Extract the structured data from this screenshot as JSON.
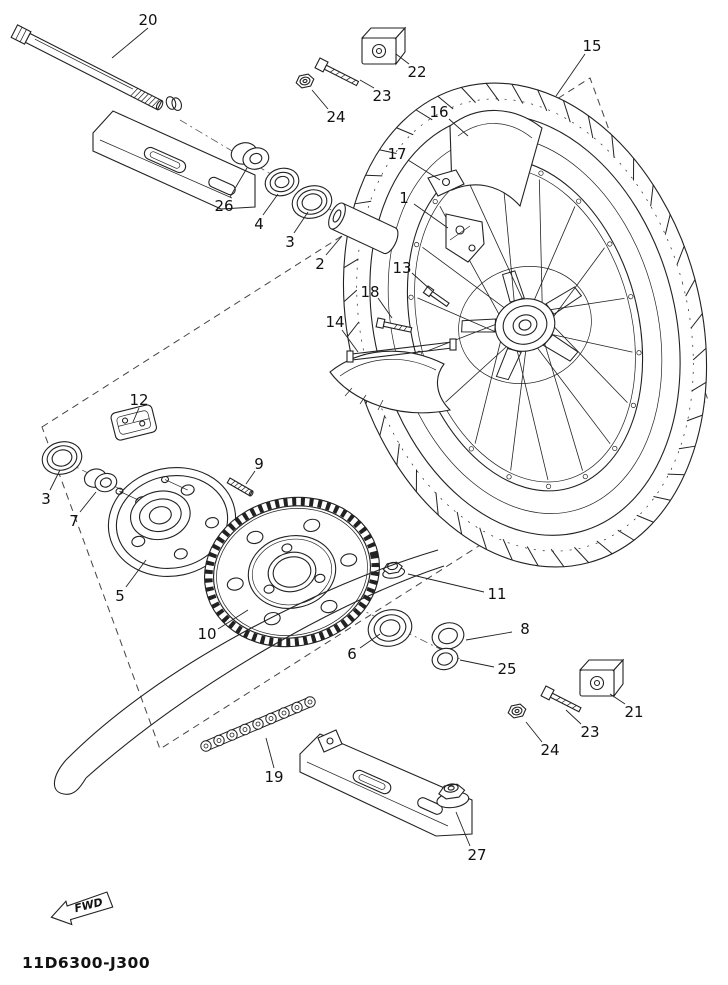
{
  "diagram": {
    "title_code": "11D6300-J300",
    "fwd_label": "FWD",
    "part_labels": [
      "20",
      "22",
      "23",
      "24",
      "15",
      "16",
      "17",
      "26",
      "4",
      "3",
      "2",
      "1",
      "13",
      "18",
      "14",
      "12",
      "3",
      "7",
      "9",
      "5",
      "10",
      "11",
      "6",
      "8",
      "25",
      "19",
      "21",
      "23",
      "24",
      "27"
    ]
  }
}
